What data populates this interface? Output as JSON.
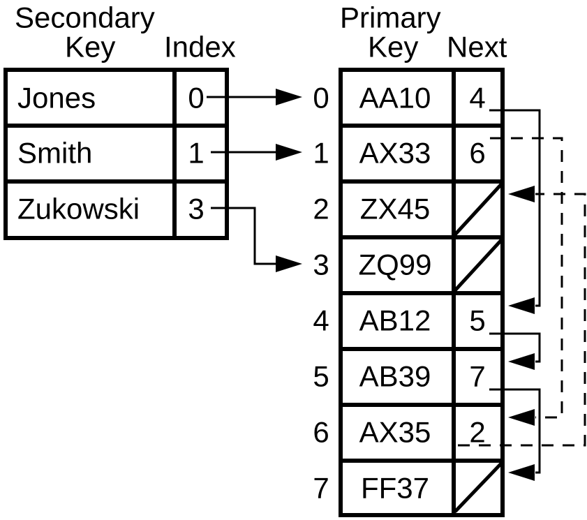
{
  "secondary_table": {
    "title": "Secondary",
    "columns": [
      "Key",
      "Index"
    ],
    "rows": [
      {
        "key": "Jones",
        "index": "0"
      },
      {
        "key": "Smith",
        "index": "1"
      },
      {
        "key": "Zukowski",
        "index": "3"
      }
    ]
  },
  "primary_table": {
    "title": "Primary",
    "columns": [
      "Key",
      "Next"
    ],
    "rows": [
      {
        "label": "0",
        "key": "AA10",
        "next": "4"
      },
      {
        "label": "1",
        "key": "AX33",
        "next": "6"
      },
      {
        "label": "2",
        "key": "ZX45",
        "next": ""
      },
      {
        "label": "3",
        "key": "ZQ99",
        "next": ""
      },
      {
        "label": "4",
        "key": "AB12",
        "next": "5"
      },
      {
        "label": "5",
        "key": "AB39",
        "next": "7"
      },
      {
        "label": "6",
        "key": "AX35",
        "next": "2"
      },
      {
        "label": "7",
        "key": "FF37",
        "next": ""
      }
    ],
    "null_next_rows": [
      "2",
      "3",
      "7"
    ]
  },
  "links": {
    "index_to_row": [
      {
        "from_key": "Jones",
        "index": "0",
        "to_row": "0",
        "style": "solid"
      },
      {
        "from_key": "Smith",
        "index": "1",
        "to_row": "1",
        "style": "solid"
      },
      {
        "from_key": "Zukowski",
        "index": "3",
        "to_row": "3",
        "style": "solid"
      }
    ],
    "next_pointers": [
      {
        "from_row": "0",
        "to_row": "4",
        "style": "solid"
      },
      {
        "from_row": "1",
        "to_row": "6",
        "style": "dashed"
      },
      {
        "from_row": "4",
        "to_row": "5",
        "style": "solid"
      },
      {
        "from_row": "5",
        "to_row": "7",
        "style": "solid"
      },
      {
        "from_row": "6",
        "to_row": "2",
        "style": "dashed"
      }
    ]
  },
  "colors": {
    "foreground": "#000000",
    "background": "#ffffff"
  }
}
